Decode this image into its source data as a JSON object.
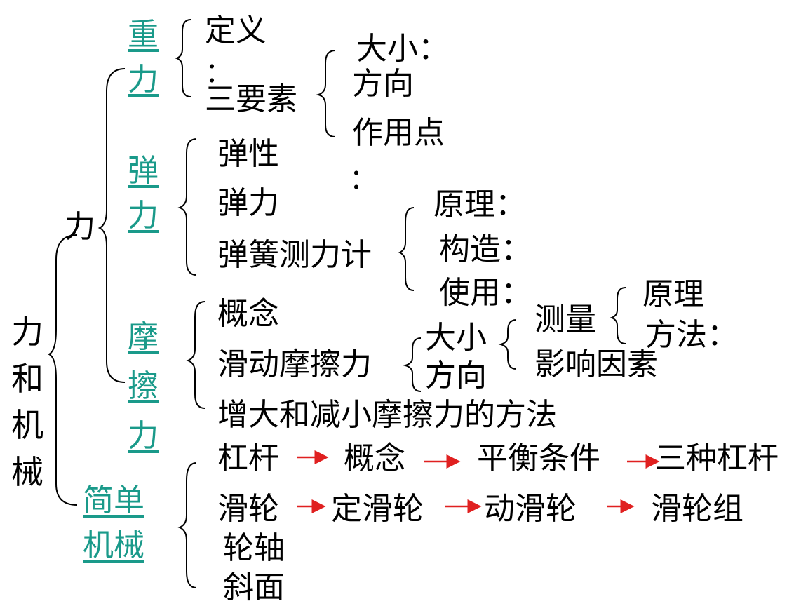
{
  "root": "力和机械",
  "force": "力",
  "gravity": {
    "title": "重力",
    "definition": "定义",
    "colon": "：",
    "three_elements": "三要素",
    "elements": [
      "大小：",
      "方向",
      "作用点"
    ],
    "elements_colon": "："
  },
  "elastic": {
    "title": "弹力",
    "items": [
      "弹性",
      "弹力",
      "弹簧测力计"
    ],
    "dots": [
      ":",
      ":",
      ":"
    ],
    "meter_items": [
      "原理：",
      "构造：",
      "使用："
    ]
  },
  "friction": {
    "title": "摩擦力",
    "concept": "概念",
    "sliding": "滑动摩擦力",
    "sliding_sub": [
      "大小",
      "方向"
    ],
    "size_sub": [
      "测量",
      "影响因素"
    ],
    "measure_sub": [
      "原理",
      "方法："
    ],
    "methods": "增大和减小摩擦力的方法"
  },
  "simple_machines": {
    "title_line1": "简单",
    "title_line2": "机械",
    "lever_row": [
      "杠杆",
      "概念",
      "平衡条件",
      "三种杠杆"
    ],
    "pulley_row": [
      "滑轮",
      "定滑轮",
      "动滑轮",
      "滑轮组"
    ],
    "wheel_axle": "轮轴",
    "incline": "斜面"
  },
  "colors": {
    "link": "#1a9a8a",
    "arrow": "#e02020",
    "text": "#000000"
  }
}
